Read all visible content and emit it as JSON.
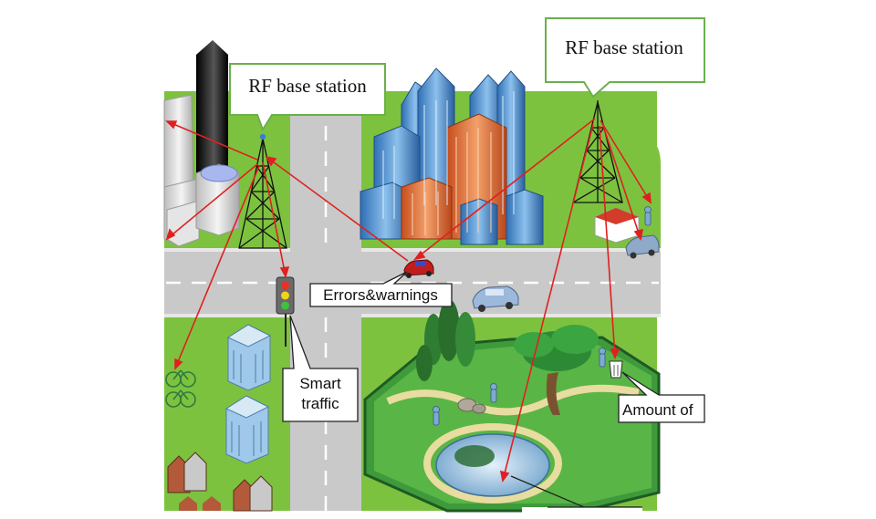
{
  "labels": {
    "rf_left": "RF base station",
    "rf_right": "RF base station",
    "errors": "Errors&warnings",
    "smart_traffic_line1": "Smart",
    "smart_traffic_line2": "traffic",
    "amount": "Amount of"
  },
  "colors": {
    "grass": "#7dc23f",
    "road": "#c9c9c9",
    "signal_line": "#e02020",
    "callout_border": "#6ab04c",
    "water": "#8ab6d6",
    "building_blue": "#4a86c8",
    "building_orange": "#d9622b"
  },
  "icons": [
    "cell-tower-icon",
    "traffic-light-icon",
    "car-icon",
    "bicycle-icon",
    "trash-bin-icon",
    "tree-icon",
    "person-icon"
  ]
}
